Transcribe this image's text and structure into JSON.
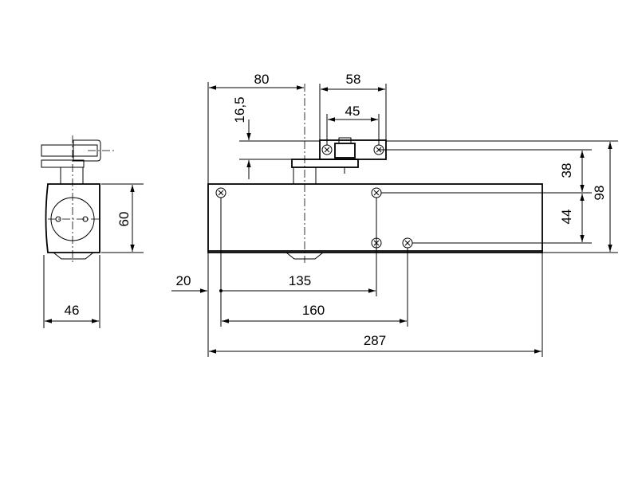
{
  "drawing": {
    "colors": {
      "line": "#000000",
      "background": "#ffffff"
    },
    "side_view": {
      "height_label": "60",
      "width_label": "46"
    },
    "front_view": {
      "dim_80": "80",
      "dim_58": "58",
      "dim_45": "45",
      "dim_16_5": "16,5",
      "dim_38": "38",
      "dim_44": "44",
      "dim_98": "98",
      "dim_20": "20",
      "dim_135": "135",
      "dim_160": "160",
      "dim_287": "287"
    }
  }
}
